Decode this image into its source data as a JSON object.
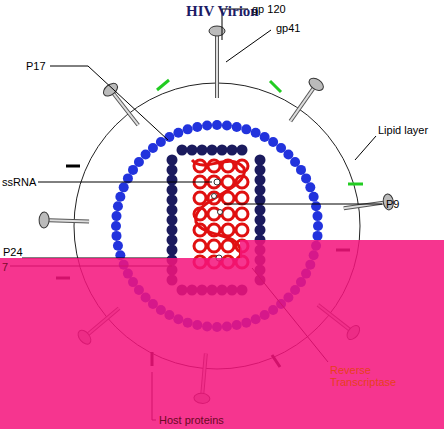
{
  "diagram": {
    "title": "HIV Virion",
    "labels": [
      "gp 120",
      "gp41",
      "P17",
      "ssRNA",
      "P9",
      "Lipid layer",
      "P24",
      "7",
      "Reverse Transcriptase",
      "Host proteins"
    ]
  }
}
